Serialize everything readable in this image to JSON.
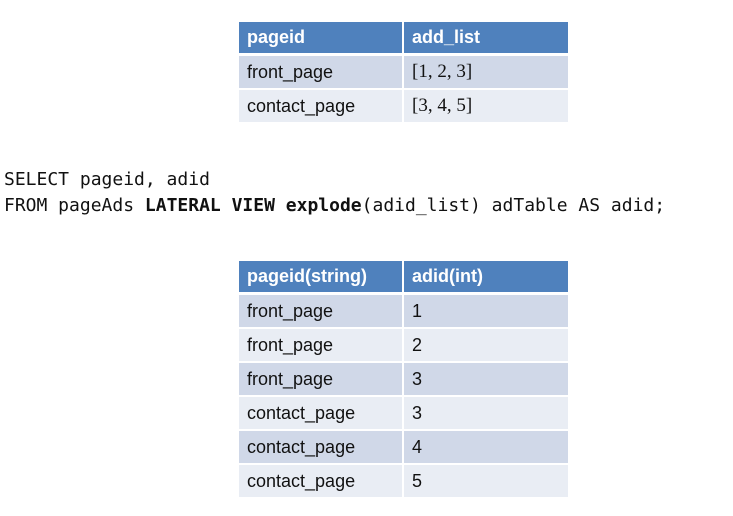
{
  "input_table": {
    "headers": [
      "pageid",
      "add_list"
    ],
    "rows": [
      [
        "front_page",
        "[1, 2, 3]"
      ],
      [
        "contact_page",
        "[3, 4, 5]"
      ]
    ]
  },
  "query": {
    "line1": "SELECT pageid, adid",
    "line2_prefix": "FROM pageAds ",
    "line2_keyword": "LATERAL VIEW explode",
    "line2_suffix": "(adid_list) adTable AS adid;"
  },
  "output_table": {
    "headers": [
      "pageid(string)",
      "adid(int)"
    ],
    "rows": [
      [
        "front_page",
        "1"
      ],
      [
        "front_page",
        "2"
      ],
      [
        "front_page",
        "3"
      ],
      [
        "contact_page",
        "3"
      ],
      [
        "contact_page",
        "4"
      ],
      [
        "contact_page",
        "5"
      ]
    ]
  },
  "colors": {
    "header_bg": "#4f81bd",
    "row_odd_bg": "#d0d8e8",
    "row_even_bg": "#e9edf4"
  }
}
